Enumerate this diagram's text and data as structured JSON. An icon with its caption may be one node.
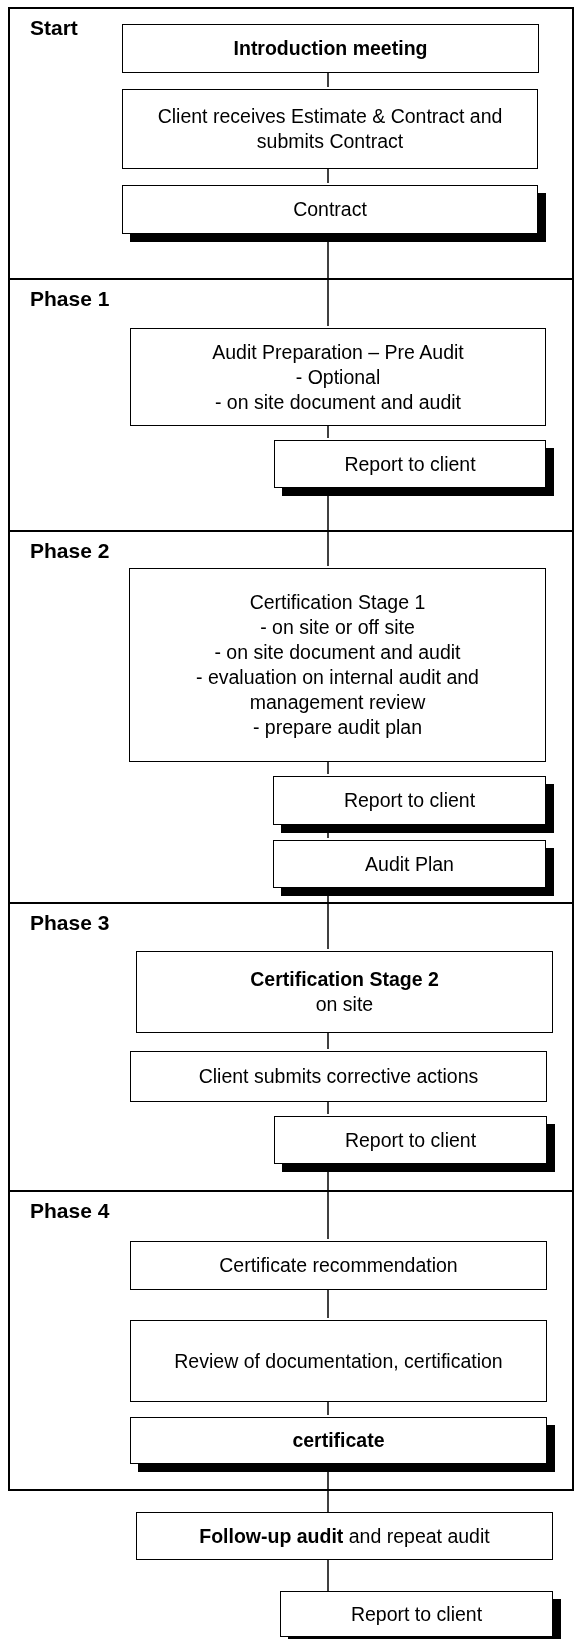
{
  "diagram": {
    "nodes": [
      {
        "text": [
          "Start"
        ]
      },
      {
        "text": [
          "Introduction meeting"
        ],
        "in": 0
      },
      {
        "text": [
          "Client receives Estimate & Contract and submits Contract"
        ],
        "in": 0
      },
      {
        "text": [
          "Contract"
        ],
        "in": 0
      },
      {
        "text": [
          "Phase 1"
        ]
      },
      {
        "text": [
          "Audit Preparation – Pre Audit",
          "- Optional",
          "- on site document and audit"
        ],
        "in": 4
      },
      {
        "text": [
          "Report to client"
        ],
        "in": 4
      },
      {
        "text": [
          "Phase 2"
        ]
      },
      {
        "text": [
          "Certification Stage 1",
          "- on site or off site",
          "- on site document and audit",
          "- evaluation on internal audit and management review",
          "- prepare audit plan"
        ],
        "in": 7
      },
      {
        "text": [
          "Report to client"
        ],
        "in": 7
      },
      {
        "text": [
          "Audit Plan"
        ],
        "in": 7
      },
      {
        "text": [
          "Phase 3"
        ]
      },
      {
        "text": [
          "Certification Stage 2",
          "on site"
        ],
        "in": 11
      },
      {
        "text": [
          "Client submits corrective actions"
        ],
        "in": 11
      },
      {
        "text": [
          "Report to client"
        ],
        "in": 11
      },
      {
        "text": [
          "Phase 4"
        ]
      },
      {
        "text": [
          "Certificate recommendation"
        ],
        "in": 15
      },
      {
        "text": [
          "Review of documentation, certification"
        ],
        "in": 15
      },
      {
        "text": [
          "certificate"
        ],
        "in": 15
      },
      {
        "text": [
          "**Follow-up audit** and repeat audit"
        ]
      },
      {
        "text": [
          "Report to client"
        ]
      }
    ],
    "edges": [
      {
        "from": 1,
        "to": 2,
        "arrow": "none"
      },
      {
        "from": 2,
        "to": 3,
        "arrow": "none"
      },
      {
        "from": 3,
        "to": 5,
        "arrow": "none"
      },
      {
        "from": 5,
        "to": 6,
        "arrow": "none"
      },
      {
        "from": 6,
        "to": 8,
        "arrow": "none"
      },
      {
        "from": 8,
        "to": 9,
        "arrow": "none"
      },
      {
        "from": 9,
        "to": 10,
        "arrow": "none"
      },
      {
        "from": 10,
        "to": 12,
        "arrow": "none"
      },
      {
        "from": 12,
        "to": 13,
        "arrow": "none"
      },
      {
        "from": 13,
        "to": 14,
        "arrow": "none"
      },
      {
        "from": 14,
        "to": 16,
        "arrow": "none"
      },
      {
        "from": 16,
        "to": 17,
        "arrow": "none"
      },
      {
        "from": 17,
        "to": 18,
        "arrow": "none"
      },
      {
        "from": 18,
        "to": 19,
        "arrow": "none"
      },
      {
        "from": 19,
        "to": 20,
        "arrow": "none"
      }
    ]
  }
}
